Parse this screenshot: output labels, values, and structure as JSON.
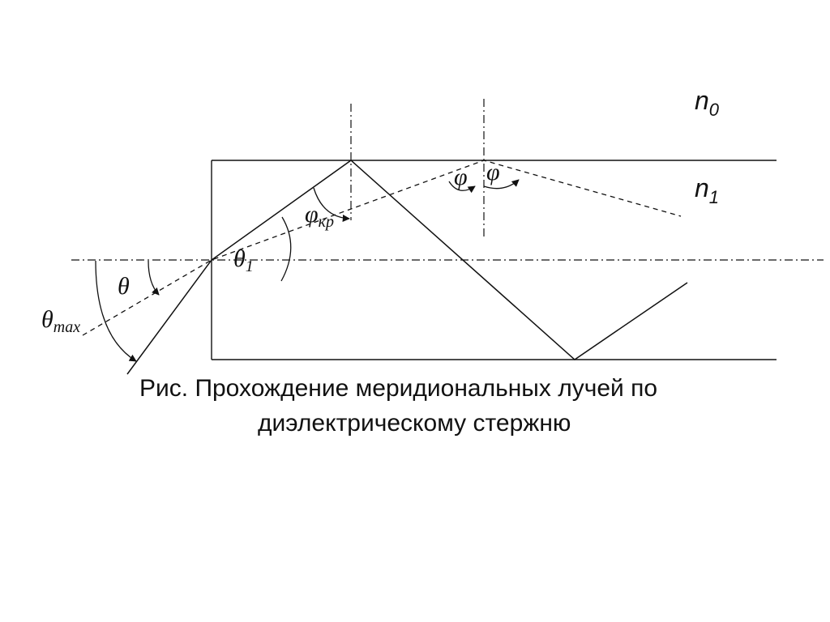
{
  "labels": {
    "n0": {
      "base": "n",
      "sub": "0"
    },
    "n1": {
      "base": "n",
      "sub": "1"
    },
    "phi_left": "φ",
    "phi_right": "φ",
    "phi_cr": {
      "base": "φ",
      "sub": "кр"
    },
    "theta1": {
      "base": "θ",
      "sub": "1"
    },
    "theta": "θ",
    "theta_max": {
      "base": "θ",
      "sub": "max"
    }
  },
  "caption": {
    "line1": "Рис.  Прохождение меридиональных лучей по",
    "line2": "диэлектрическому стержню"
  },
  "colors": {
    "stroke": "#111111",
    "background": "#ffffff"
  }
}
